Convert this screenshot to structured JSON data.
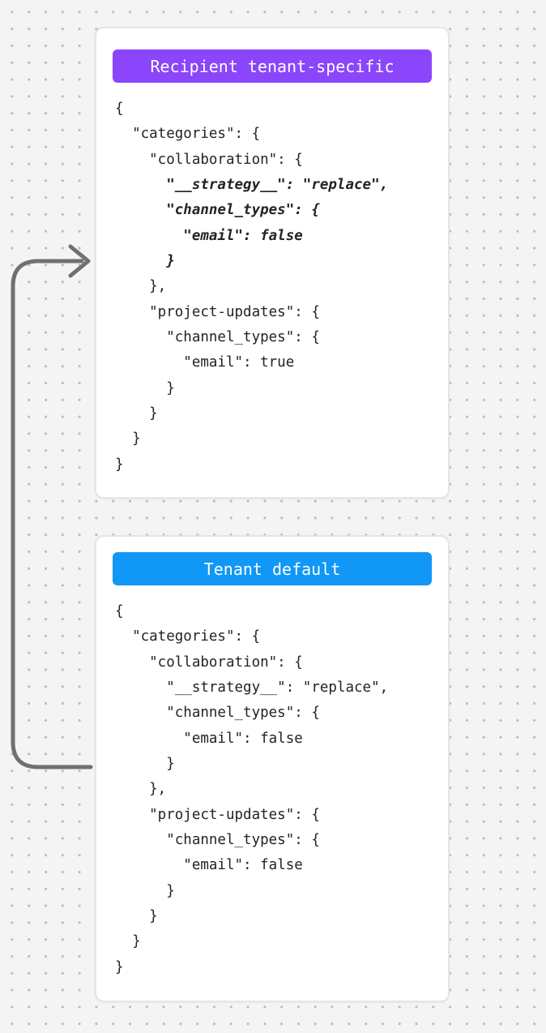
{
  "background": {
    "base_color": "#f4f4f5",
    "dot_color": "#b9b9b9"
  },
  "arrow": {
    "color": "#707070",
    "meaning": "flow from tenant-default card to recipient-tenant-specific card"
  },
  "cards": [
    {
      "id": "recipient-tenant-specific",
      "badge": {
        "label": "Recipient tenant-specific",
        "color": "#8b45fb",
        "text_color": "#ffffff"
      },
      "code_lines": [
        {
          "text": "{",
          "emphasis": false
        },
        {
          "text": "  \"categories\": {",
          "emphasis": false
        },
        {
          "text": "    \"collaboration\": {",
          "emphasis": false
        },
        {
          "text": "      \"__strategy__\": \"replace\",",
          "emphasis": true
        },
        {
          "text": "      \"channel_types\": {",
          "emphasis": true
        },
        {
          "text": "        \"email\": false",
          "emphasis": true
        },
        {
          "text": "      }",
          "emphasis": true
        },
        {
          "text": "    },",
          "emphasis": false
        },
        {
          "text": "    \"project-updates\": {",
          "emphasis": false
        },
        {
          "text": "      \"channel_types\": {",
          "emphasis": false
        },
        {
          "text": "        \"email\": true",
          "emphasis": false
        },
        {
          "text": "      }",
          "emphasis": false
        },
        {
          "text": "    }",
          "emphasis": false
        },
        {
          "text": "  }",
          "emphasis": false
        },
        {
          "text": "}",
          "emphasis": false
        }
      ]
    },
    {
      "id": "tenant-default",
      "badge": {
        "label": "Tenant default",
        "color": "#1197f5",
        "text_color": "#ffffff"
      },
      "code_lines": [
        {
          "text": "{",
          "emphasis": false
        },
        {
          "text": "  \"categories\": {",
          "emphasis": false
        },
        {
          "text": "    \"collaboration\": {",
          "emphasis": false
        },
        {
          "text": "      \"__strategy__\": \"replace\",",
          "emphasis": false
        },
        {
          "text": "      \"channel_types\": {",
          "emphasis": false
        },
        {
          "text": "        \"email\": false",
          "emphasis": false
        },
        {
          "text": "      }",
          "emphasis": false
        },
        {
          "text": "    },",
          "emphasis": false
        },
        {
          "text": "    \"project-updates\": {",
          "emphasis": false
        },
        {
          "text": "      \"channel_types\": {",
          "emphasis": false
        },
        {
          "text": "        \"email\": false",
          "emphasis": false
        },
        {
          "text": "      }",
          "emphasis": false
        },
        {
          "text": "    }",
          "emphasis": false
        },
        {
          "text": "  }",
          "emphasis": false
        },
        {
          "text": "}",
          "emphasis": false
        }
      ]
    }
  ]
}
